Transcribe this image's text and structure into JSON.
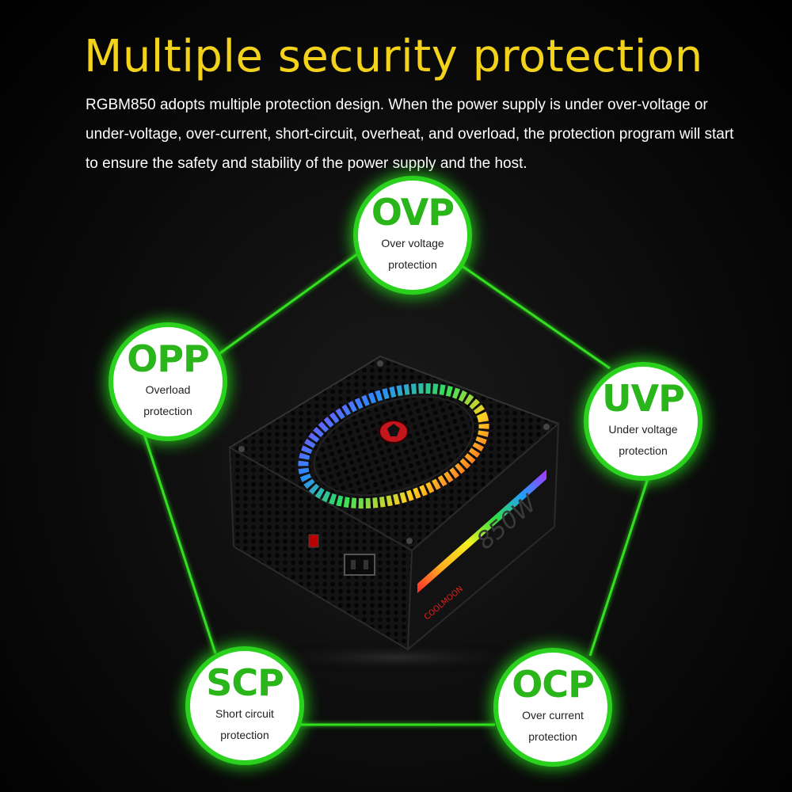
{
  "title": "Multiple security protection",
  "description": "RGBM850 adopts multiple protection design. When the power supply is under over-voltage or under-voltage, over-current, short-circuit, overheat, and overload, the protection program will start to ensure the safety and stability of the power supply and the host.",
  "colors": {
    "title": "#f2d21a",
    "accent_green": "#2ad21e",
    "badge_text": "#2ab51b"
  },
  "protections": {
    "ovp": {
      "abbr": "OVP",
      "line1": "Over voltage",
      "line2": "protection"
    },
    "opp": {
      "abbr": "OPP",
      "line1": "Overload",
      "line2": "protection"
    },
    "uvp": {
      "abbr": "UVP",
      "line1": "Under voltage",
      "line2": "protection"
    },
    "scp": {
      "abbr": "SCP",
      "line1": "Short circuit",
      "line2": "protection"
    },
    "ocp": {
      "abbr": "OCP",
      "line1": "Over current",
      "line2": "protection"
    }
  },
  "product": {
    "wattage_label": "850W",
    "brand_label": "COOLMOON"
  }
}
